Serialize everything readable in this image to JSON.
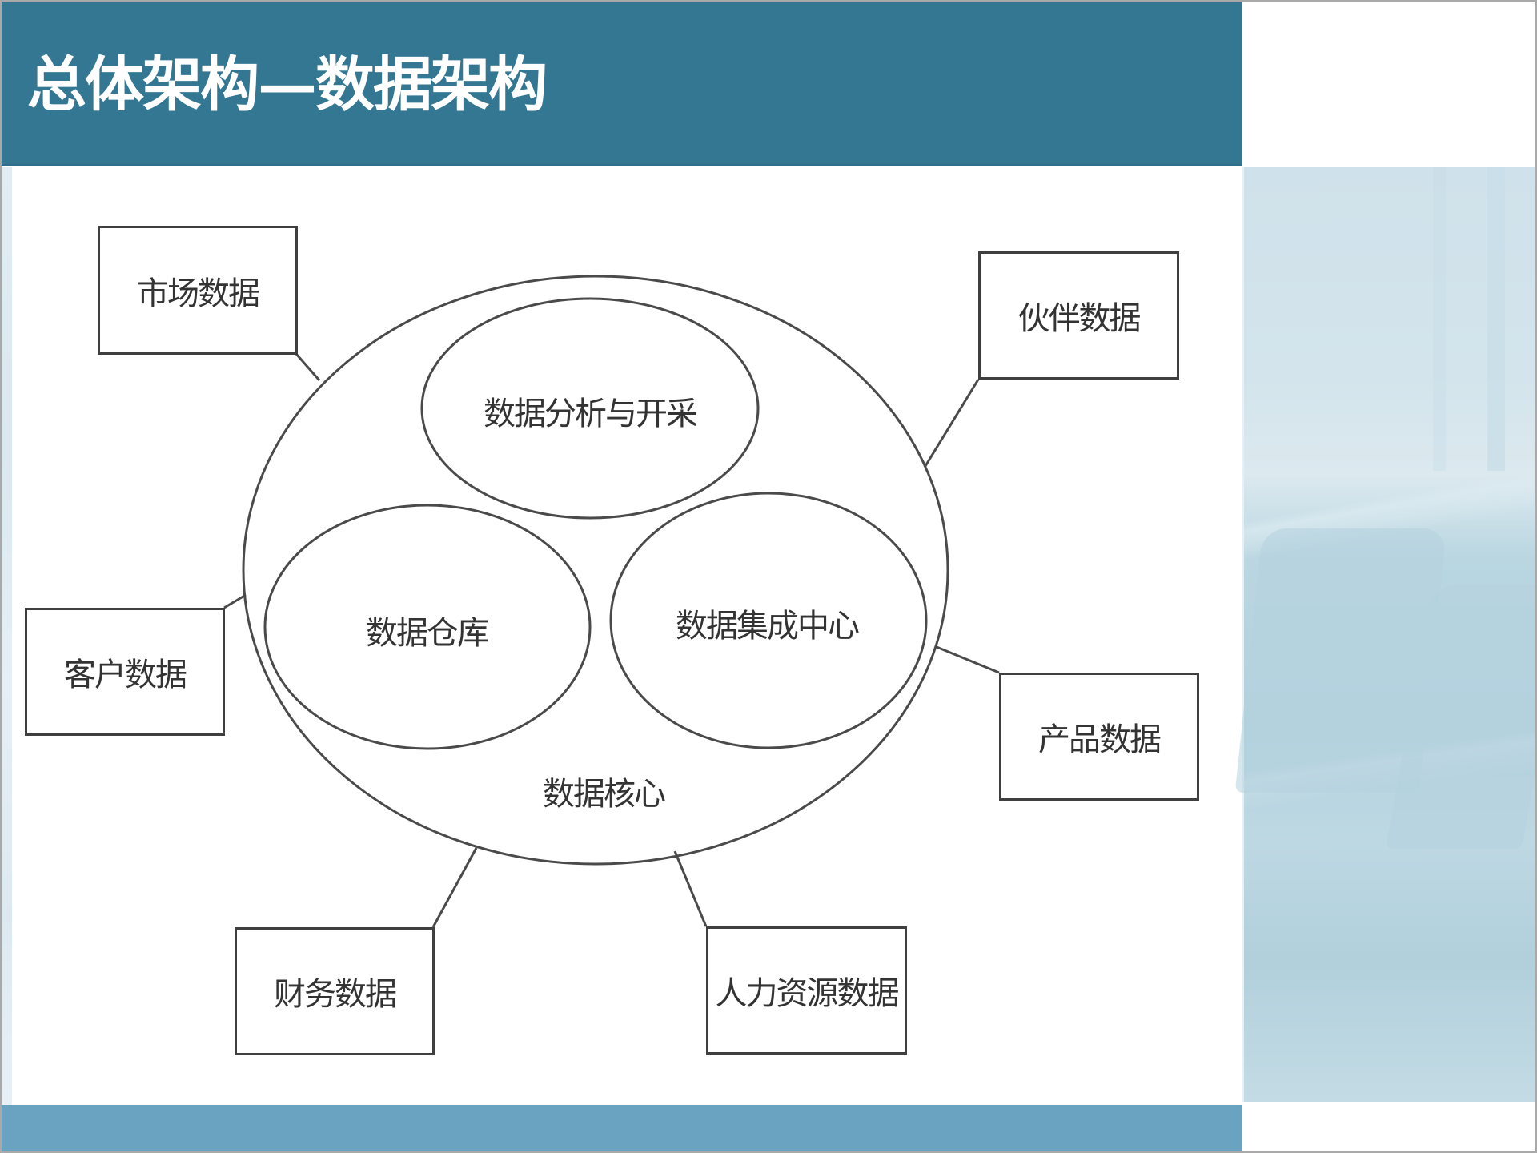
{
  "slide": {
    "title": "总体架构—数据架构",
    "colors": {
      "header": "#337793",
      "footer": "#69a3c1",
      "photo_panel": "#b9d6e1",
      "diagram_stroke": "#3f3f3f"
    }
  },
  "diagram": {
    "core": {
      "label": "数据核心",
      "components": [
        {
          "label": "数据分析与开采"
        },
        {
          "label": "数据仓库"
        },
        {
          "label": "数据集成中心"
        }
      ]
    },
    "sources": [
      {
        "label": "市场数据"
      },
      {
        "label": "伙伴数据"
      },
      {
        "label": "客户数据"
      },
      {
        "label": "产品数据"
      },
      {
        "label": "财务数据"
      },
      {
        "label": "人力资源数据"
      }
    ]
  }
}
